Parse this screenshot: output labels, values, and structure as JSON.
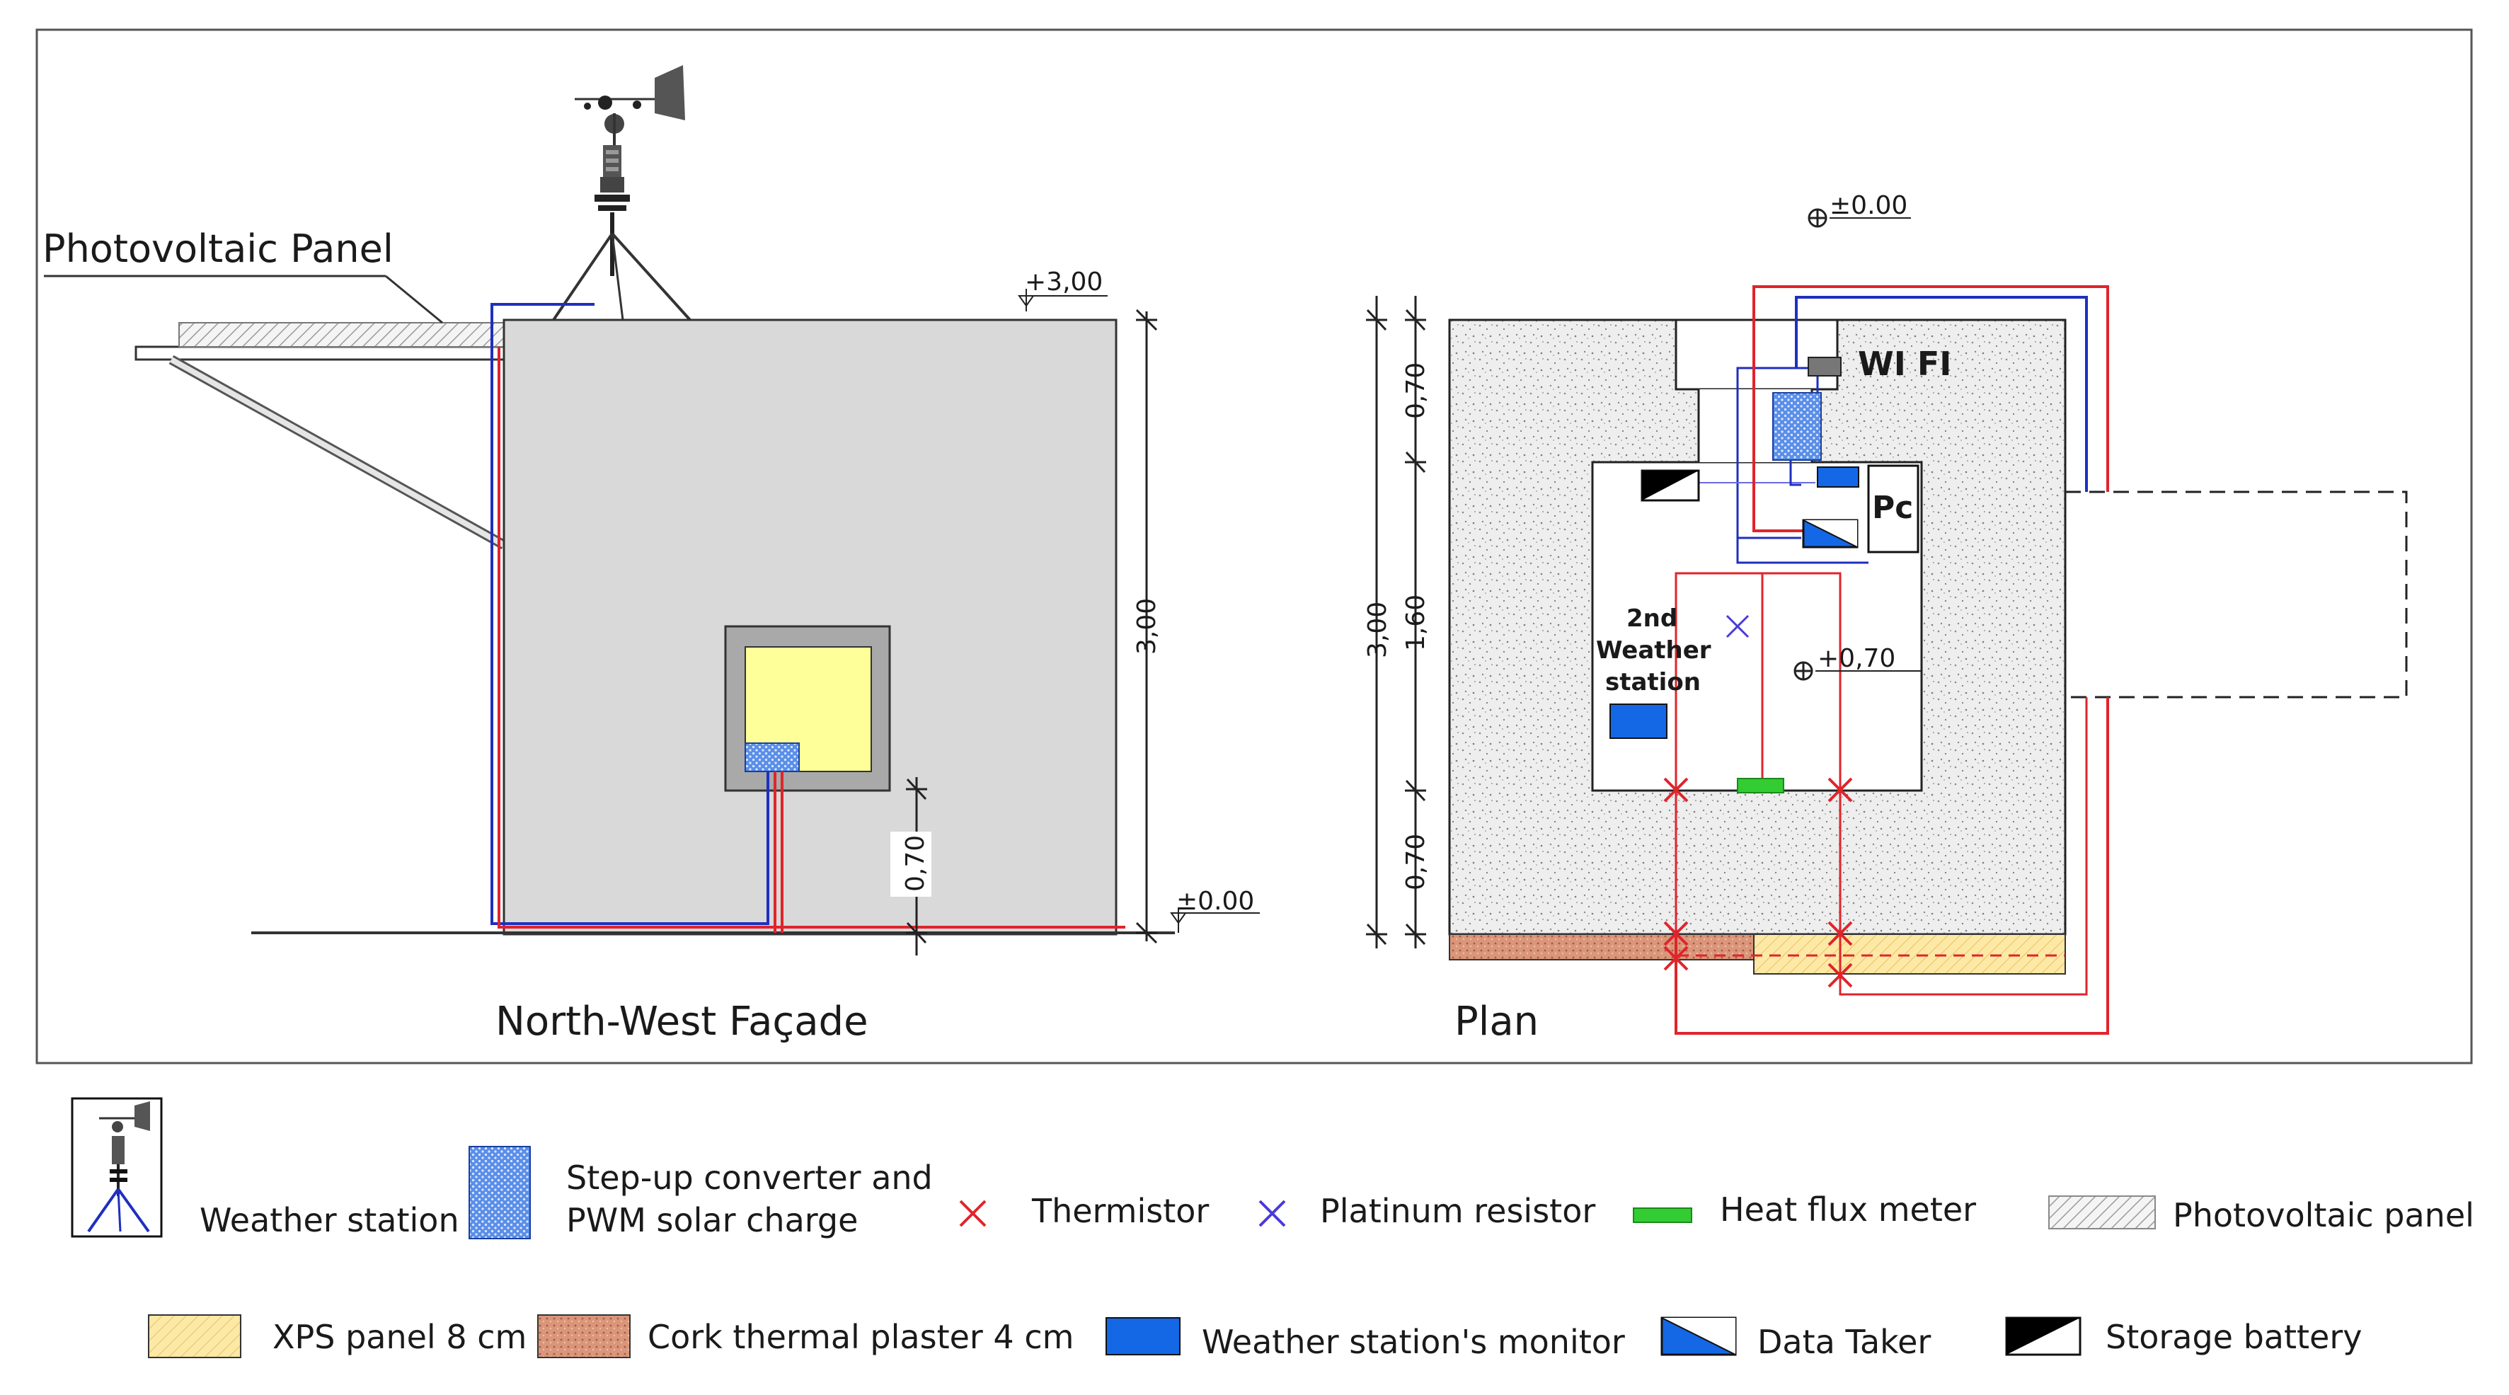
{
  "facade": {
    "title": "North-West Façade",
    "pv_label": "Photovoltaic Panel",
    "level_top": "+3,00",
    "level_zero": "±0.00",
    "dim_height": "3,00",
    "dim_window": "0,70"
  },
  "plan": {
    "title": "Plan",
    "level_zero": "±0.00",
    "level_mid": "+0,70",
    "wifi_label": "WI FI",
    "pc_label": "Pc",
    "second_station": [
      "2nd",
      "Weather",
      "station"
    ],
    "dim_total": "3,00",
    "dim_top": "0,70",
    "dim_mid": "1,60",
    "dim_bottom": "0,70"
  },
  "legend": {
    "weather_station": "Weather station",
    "stepup": [
      "Step-up converter and",
      "PWM solar charge"
    ],
    "thermistor": "Thermistor",
    "platinum": "Platinum resistor",
    "heat_flux": "Heat flux meter",
    "photovoltaic": "Photovoltaic panel",
    "xps": "XPS panel 8 cm",
    "cork": "Cork thermal plaster 4 cm",
    "monitor": "Weather station's monitor",
    "data_taker": "Data Taker",
    "battery": "Storage battery"
  },
  "colors": {
    "red_wire": "#e0242b",
    "blue_wire": "#1f2fbf",
    "monitor_blue": "#1468e6",
    "wall_gray": "#d9d9d9",
    "window_yellow": "#ffff99",
    "xps_yellow": "#fde9a6",
    "cork": "#d9967a",
    "heat_flux_green": "#33cc33"
  }
}
